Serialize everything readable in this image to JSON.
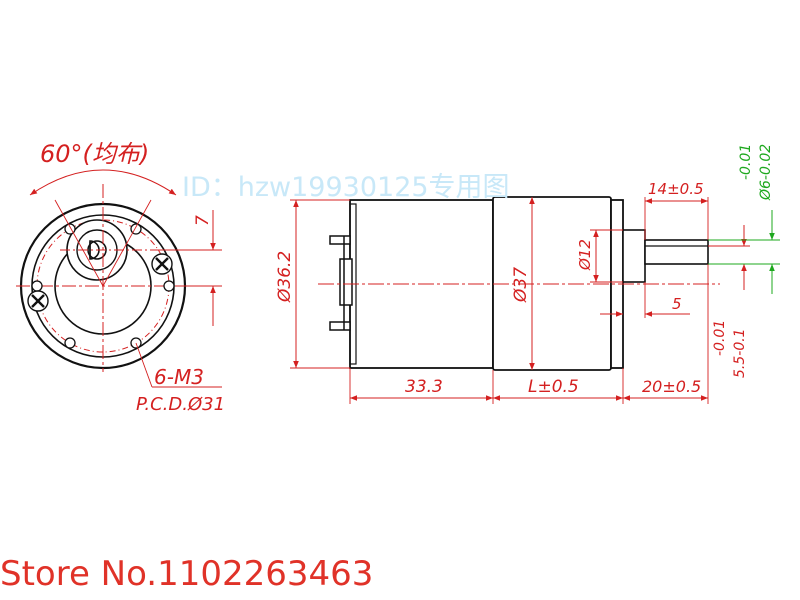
{
  "watermark": "ID：hzw19930125专用图",
  "store_label": "Store No.1102263463",
  "front_view": {
    "angle_label": "60°(均布)",
    "thread_label": "6-M3",
    "pcd_label": "P.C.D.Ø31",
    "offset_label": "7"
  },
  "side_view": {
    "dia_body_left": "Ø36.2",
    "dia_body_right": "Ø37",
    "dia_boss": "Ø12",
    "len_motor": "33.3",
    "len_gearbox": "L±0.5",
    "len_shaft": "20±0.5",
    "len_flat": "14±0.5",
    "len_boss": "5",
    "tol_shaft_top": "-0.01",
    "tol_shaft_bottom": "Ø6-0.02",
    "tol_flat_top": "-0.01",
    "tol_flat_bottom": "5.5-0.1"
  },
  "colors": {
    "outline": "#111111",
    "dimension": "#d42020",
    "centerline": "#d42020",
    "tolerance": "#1ea81e",
    "watermark": "#c8e8f8",
    "store": "#e03228"
  }
}
